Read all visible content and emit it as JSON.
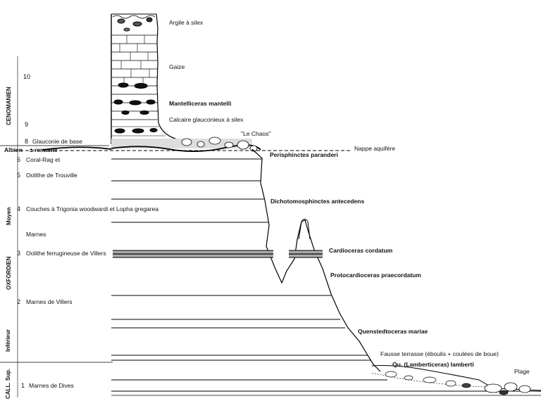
{
  "stages": {
    "cenomanien": "CENOMANIEN",
    "albien": "Albien",
    "moyen": "Moyen",
    "oxfordien": "OXFORDIEN",
    "inferieur": "Inférieur",
    "call_sup": "CALL. Sup."
  },
  "numbers": {
    "n10": "10",
    "n9": "9",
    "n8": "8",
    "n6": "6",
    "n5": "5",
    "n4": "4",
    "n3": "3",
    "n2": "2",
    "n1": "1"
  },
  "left_labels": {
    "glauconie": "Glauconie de base",
    "remanie": "± remanié",
    "coral_rag": "Coral-Rag et",
    "oolithe_trouville": "Oolithe de Trouville",
    "couches": "Couches à Trigonia woodwardi et Lopha gregarea",
    "marnes": "Marnes",
    "oolithe_villers": "Oolithe ferrugineuse de Villers",
    "marnes_villers": "Marnes de Villers",
    "marnes_dives": "Marnes de Dives"
  },
  "right_labels": {
    "argile": "Argile à silex",
    "gaize": "Gaize",
    "mantelliceras": "Mantelliceras mantelli",
    "calcaire": "Calcaire glauconieux à silex",
    "le_chaos": "\"Le Chaos\"",
    "nappe": "Nappe aquifère",
    "perisphinctes": "Perisphinctes paranderi",
    "dichotomosphinctes": "Dichotomosphinctes antecedens",
    "cardioceras": "Cardioceras cordatum",
    "protocardioceras": "Protocardioceras praecordatum",
    "quenstedtoceras": "Quenstedtoceras mariae",
    "fausse_terrasse": "Fausse terrasse (éboulis + coulées de boue)",
    "lamberticeras": "Qu. (Lamberticeras) lamberti",
    "plage": "Plage"
  }
}
